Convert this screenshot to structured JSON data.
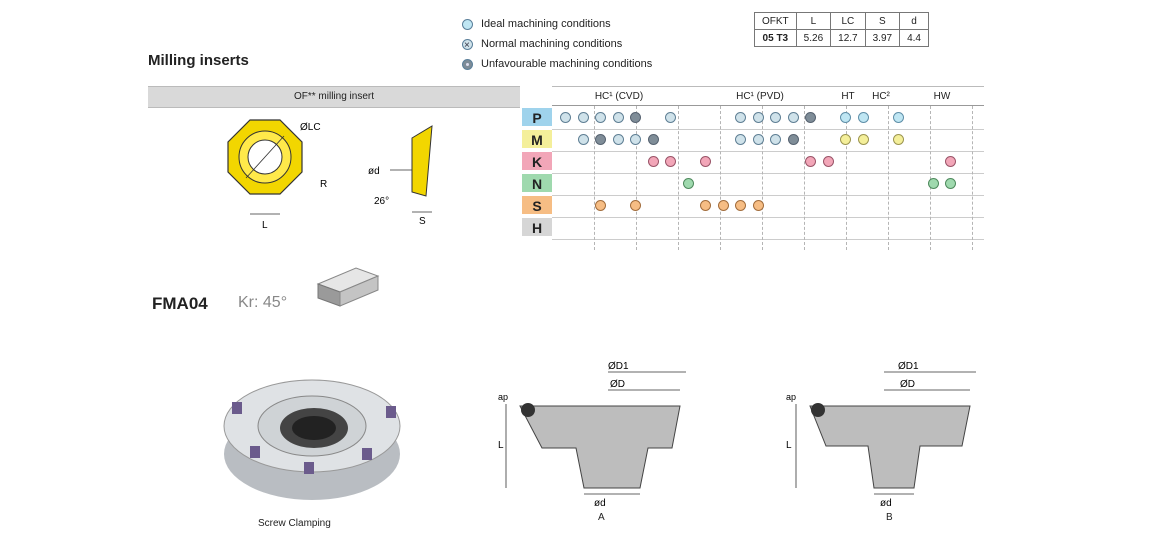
{
  "page": {
    "title": "Milling inserts",
    "legend": [
      {
        "icon": "ideal-dot",
        "label": "Ideal machining conditions"
      },
      {
        "icon": "normal-dot",
        "label": "Normal machining conditions"
      },
      {
        "icon": "unfavourable-dot",
        "label": "Unfavourable machining conditions"
      }
    ],
    "ofkt_table": {
      "headers": [
        "OFKT",
        "L",
        "LC",
        "S",
        "d"
      ],
      "row": [
        "05 T3",
        "5.26",
        "12.7",
        "3.97",
        "4.4"
      ]
    },
    "insert_header": "OF** milling insert",
    "grade_groups": [
      "HC¹ (CVD)",
      "HC¹ (PVD)",
      "HT",
      "HC²",
      "HW"
    ],
    "materials": [
      "P",
      "M",
      "K",
      "N",
      "S",
      "H"
    ],
    "drawing_labels": {
      "lc": "ØLC",
      "r": "R",
      "l": "L",
      "d": "ød",
      "angle": "26°",
      "s": "S"
    },
    "product": {
      "code": "FMA04",
      "angle": "Kr: 45°"
    },
    "images": {
      "cutter_caption": "Screw Clamping",
      "drawing_a": "A",
      "drawing_b": "B",
      "dim_d1": "ØD1",
      "dim_d": "ØD",
      "dim_ap": "ap",
      "dim_L": "L",
      "dim_bore": "ød"
    }
  }
}
